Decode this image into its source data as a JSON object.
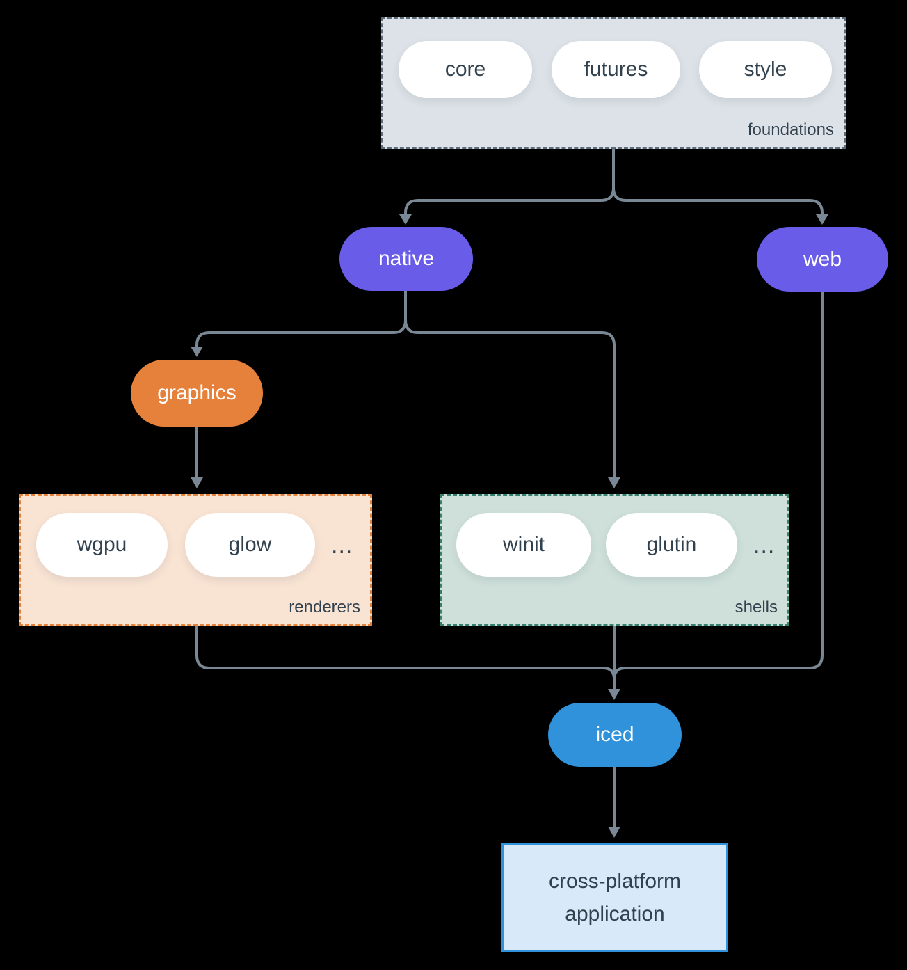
{
  "colors": {
    "background": "#000000",
    "line": "#7A8794",
    "node-text": "#32414E",
    "pill-white": "#FFFFFF",
    "purple": "#695CE9",
    "orange": "#E6813C",
    "blue": "#2F92DA",
    "foundations-bg": "#DCE2E7",
    "foundations-border": "#5C6B7A",
    "renderers-bg": "#F9E3D3",
    "renderers-border": "#E6813C",
    "shells-bg": "#CFE0DA",
    "shells-border": "#35806F",
    "app-bg": "#D8E9F9",
    "app-border": "#2F92DA"
  },
  "nodes": {
    "foundations": {
      "label": "foundations",
      "pills": [
        "core",
        "futures",
        "style"
      ]
    },
    "native": {
      "label": "native"
    },
    "web": {
      "label": "web"
    },
    "graphics": {
      "label": "graphics"
    },
    "renderers": {
      "label": "renderers",
      "pills": [
        "wgpu",
        "glow"
      ],
      "more": "..."
    },
    "shells": {
      "label": "shells",
      "pills": [
        "winit",
        "glutin"
      ],
      "more": "..."
    },
    "iced": {
      "label": "iced"
    },
    "application": {
      "line1": "cross-platform",
      "line2": "application"
    }
  }
}
